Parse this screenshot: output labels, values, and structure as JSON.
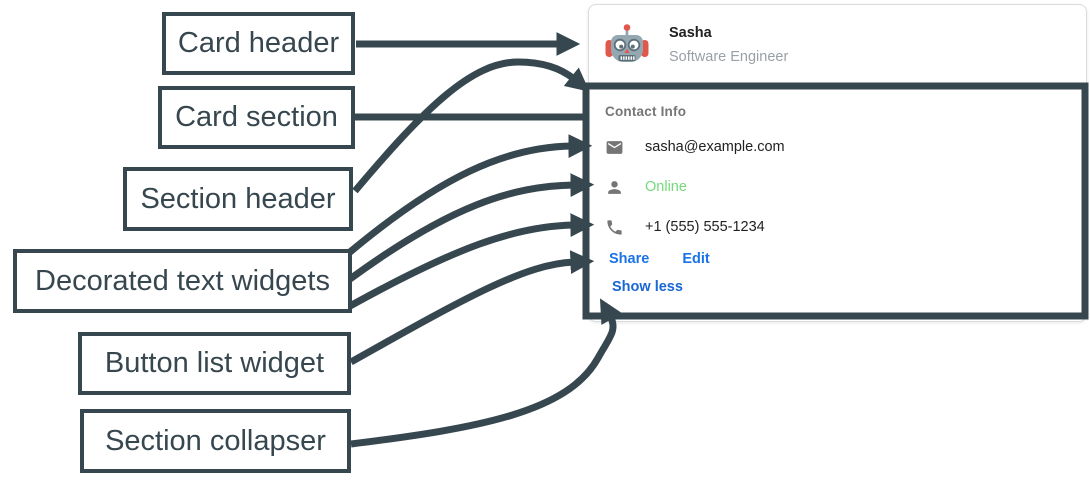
{
  "colors": {
    "annotation_dark": "#37474f",
    "card_border": "#dadce0",
    "link_blue": "#1a73e8",
    "show_less_blue": "#1967d2",
    "online_green": "#74d97b",
    "section_header_gray": "#757575",
    "subtitle_gray": "#9aa0a6",
    "text_dark": "#212121",
    "avatar_red": "#e2574c",
    "avatar_gray": "#94a8b2"
  },
  "annotations": {
    "labels": [
      {
        "text": "Card header"
      },
      {
        "text": "Card section"
      },
      {
        "text": "Section header"
      },
      {
        "text": "Decorated text widgets"
      },
      {
        "text": "Button list widget"
      },
      {
        "text": "Section collapser"
      }
    ]
  },
  "card": {
    "avatar_icon": "robot-avatar-icon",
    "header": {
      "title": "Sasha",
      "subtitle": "Software Engineer"
    },
    "section": {
      "header": "Contact Info",
      "rows": [
        {
          "icon": "email-icon",
          "text": "sasha@example.com"
        },
        {
          "icon": "person-icon",
          "text": "Online",
          "status": "online"
        },
        {
          "icon": "phone-icon",
          "text": "+1 (555) 555-1234"
        }
      ],
      "buttons": [
        {
          "label": "Share"
        },
        {
          "label": "Edit"
        }
      ],
      "collapser_label": "Show less"
    }
  }
}
